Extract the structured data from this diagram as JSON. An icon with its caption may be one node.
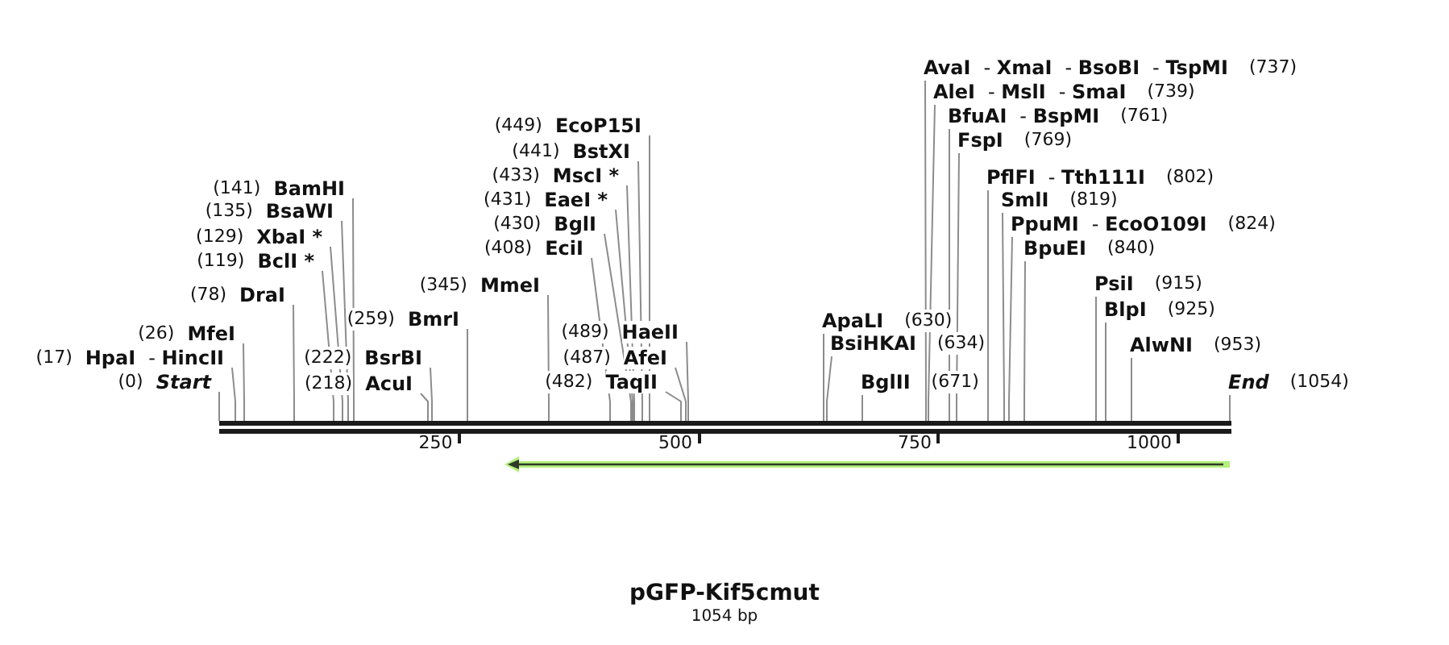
{
  "diagram": {
    "title": "pGFP-Kif5cmut",
    "caption": "1054 bp",
    "nodes": [
      {
        "text": [
          "(0)",
          "Start"
        ]
      },
      {
        "text": [
          "(17)",
          "HpaI",
          "- **HincII**"
        ]
      },
      {
        "text": [
          "(26)",
          "MfeI"
        ]
      },
      {
        "text": [
          "(78)",
          "DraI"
        ]
      },
      {
        "text": [
          "(119)",
          "BclI *"
        ]
      },
      {
        "text": [
          "(129)",
          "XbaI *"
        ]
      },
      {
        "text": [
          "(135)",
          "BsaWI"
        ]
      },
      {
        "text": [
          "(141)",
          "BamHI"
        ]
      },
      {
        "text": [
          "(218)",
          "AcuI"
        ]
      },
      {
        "text": [
          "(222)",
          "BsrBI"
        ]
      },
      {
        "text": [
          "(259)",
          "BmrI"
        ]
      },
      {
        "text": [
          "(345)",
          "MmeI"
        ]
      },
      {
        "text": [
          "(408)",
          "EciI"
        ]
      },
      {
        "text": [
          "(430)",
          "BglI"
        ]
      },
      {
        "text": [
          "(431)",
          "EaeI *"
        ]
      },
      {
        "text": [
          "(433)",
          "MscI *"
        ]
      },
      {
        "text": [
          "(441)",
          "BstXI"
        ]
      },
      {
        "text": [
          "(449)",
          "EcoP15I"
        ]
      },
      {
        "text": [
          "(482)",
          "TaqII"
        ]
      },
      {
        "text": [
          "(487)",
          "AfeI"
        ]
      },
      {
        "text": [
          "(489)",
          "HaeII"
        ]
      },
      {
        "text": [
          "ApaLI",
          "(630)"
        ]
      },
      {
        "text": [
          "BsiHKAI",
          "(634)"
        ]
      },
      {
        "text": [
          "BglII",
          "(671)"
        ]
      },
      {
        "text": [
          "AvaI",
          "- **XmaI**",
          "- **BsoBI**",
          "- **TspMI**",
          "(737)"
        ]
      },
      {
        "text": [
          "AleI",
          "- **MslI**",
          "- **SmaI**",
          "(739)"
        ]
      },
      {
        "text": [
          "BfuAI",
          "- **BspMI**",
          "(761)"
        ]
      },
      {
        "text": [
          "FspI",
          "(769)"
        ]
      },
      {
        "text": [
          "PflFI",
          "- **Tth111I**",
          "(802)"
        ]
      },
      {
        "text": [
          "SmlI",
          "(819)"
        ]
      },
      {
        "text": [
          "PpuMI",
          "- **EcoO109I**",
          "(824)"
        ]
      },
      {
        "text": [
          "BpuEI",
          "(840)"
        ]
      },
      {
        "text": [
          "PsiI",
          "(915)"
        ]
      },
      {
        "text": [
          "BlpI",
          "(925)"
        ]
      },
      {
        "text": [
          "AlwNI",
          "(953)"
        ]
      },
      {
        "text": [
          "End",
          "(1054)"
        ]
      },
      {
        "text": [],
        "shape": "bar"
      }
    ],
    "edges": [
      {
        "from": 0,
        "to": 36,
        "arrow": "none"
      },
      {
        "from": 1,
        "to": 36,
        "arrow": "none"
      },
      {
        "from": 2,
        "to": 36,
        "arrow": "none"
      },
      {
        "from": 3,
        "to": 36,
        "arrow": "none"
      },
      {
        "from": 4,
        "to": 36,
        "arrow": "none"
      },
      {
        "from": 5,
        "to": 36,
        "arrow": "none"
      },
      {
        "from": 6,
        "to": 36,
        "arrow": "none"
      },
      {
        "from": 7,
        "to": 36,
        "arrow": "none"
      },
      {
        "from": 8,
        "to": 36,
        "arrow": "none"
      },
      {
        "from": 9,
        "to": 36,
        "arrow": "none"
      },
      {
        "from": 10,
        "to": 36,
        "arrow": "none"
      },
      {
        "from": 11,
        "to": 36,
        "arrow": "none"
      },
      {
        "from": 12,
        "to": 36,
        "arrow": "none"
      },
      {
        "from": 13,
        "to": 36,
        "arrow": "none"
      },
      {
        "from": 14,
        "to": 36,
        "arrow": "none"
      },
      {
        "from": 15,
        "to": 36,
        "arrow": "none"
      },
      {
        "from": 16,
        "to": 36,
        "arrow": "none"
      },
      {
        "from": 17,
        "to": 36,
        "arrow": "none"
      },
      {
        "from": 18,
        "to": 36,
        "arrow": "none"
      },
      {
        "from": 19,
        "to": 36,
        "arrow": "none"
      },
      {
        "from": 20,
        "to": 36,
        "arrow": "none"
      },
      {
        "from": 21,
        "to": 36,
        "arrow": "none"
      },
      {
        "from": 22,
        "to": 36,
        "arrow": "none"
      },
      {
        "from": 23,
        "to": 36,
        "arrow": "none"
      },
      {
        "from": 24,
        "to": 36,
        "arrow": "none"
      },
      {
        "from": 25,
        "to": 36,
        "arrow": "none"
      },
      {
        "from": 26,
        "to": 36,
        "arrow": "none"
      },
      {
        "from": 27,
        "to": 36,
        "arrow": "none"
      },
      {
        "from": 28,
        "to": 36,
        "arrow": "none"
      },
      {
        "from": 29,
        "to": 36,
        "arrow": "none"
      },
      {
        "from": 30,
        "to": 36,
        "arrow": "none"
      },
      {
        "from": 31,
        "to": 36,
        "arrow": "none"
      },
      {
        "from": 32,
        "to": 36,
        "arrow": "none"
      },
      {
        "from": 33,
        "to": 36,
        "arrow": "none"
      },
      {
        "from": 34,
        "to": 36,
        "arrow": "none"
      },
      {
        "from": 35,
        "to": 36,
        "arrow": "none"
      }
    ],
    "labels": [
      "250",
      "500",
      "750",
      "1000"
    ]
  }
}
